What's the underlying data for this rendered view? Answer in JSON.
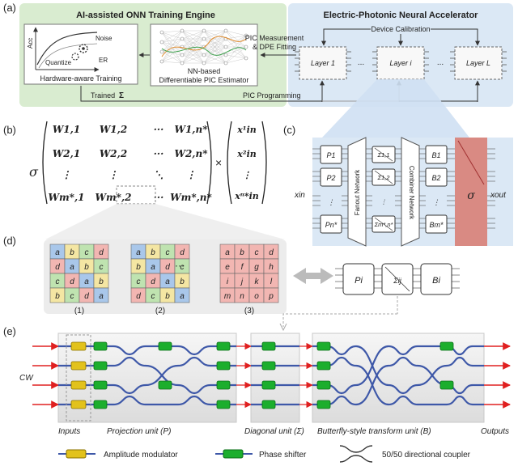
{
  "panel_labels": {
    "a": "(a)",
    "b": "(b)",
    "c": "(c)",
    "d": "(d)",
    "e": "(e)"
  },
  "engine": {
    "title": "AI-assisted ONN Training Engine",
    "acc": "Acc",
    "noise": "Noise",
    "quantize": "Quantize",
    "er": "ER",
    "hw_training": "Hardware-aware Training",
    "estimator_line1": "NN-based",
    "estimator_line2": "Differentiable PIC Estimator"
  },
  "accelerator": {
    "title": "Electric-Photonic Neural Accelerator",
    "device_calibration": "Device Calibration",
    "layer1": "Layer 1",
    "layeri": "Layer i",
    "layerL": "Layer L",
    "dots": "..."
  },
  "arrows": {
    "pic_measure_1": "PIC Measurement",
    "pic_measure_2": "& DPE Fitting",
    "trained": "Trained",
    "sigma_symbol": "Σ",
    "pic_programming": "PIC Programming"
  },
  "matrix": {
    "sigma": "σ",
    "times": "×",
    "rows": [
      [
        "W1,1",
        "W1,2",
        "···",
        "W1,n*"
      ],
      [
        "W2,1",
        "W2,2",
        "···",
        "W2,n*"
      ],
      [
        "⋮",
        "⋮",
        "⋱",
        "⋮"
      ],
      [
        "Wm*,1",
        "Wm*,2",
        "···",
        "Wm*,n*"
      ]
    ],
    "vector": [
      "x¹in",
      "x²in",
      "⋮",
      "xⁿ*in"
    ]
  },
  "tensor_core": {
    "xin": "xin",
    "xout": "xout",
    "p_blocks": [
      "P1",
      "P2",
      "⋮",
      "Pn*"
    ],
    "sigma_blocks": [
      "Σ1,1",
      "Σ1,2",
      "⋮",
      "Σm*,n*"
    ],
    "b_blocks": [
      "B1",
      "B2",
      "⋮",
      "Bm*"
    ],
    "fanout": "Fanout Network",
    "combiner": "Combiner Network",
    "sigma": "σ"
  },
  "grids": {
    "g1": [
      [
        "a",
        "b",
        "c",
        "d"
      ],
      [
        "d",
        "a",
        "b",
        "c"
      ],
      [
        "c",
        "d",
        "a",
        "b"
      ],
      [
        "b",
        "c",
        "d",
        "a"
      ]
    ],
    "g2": [
      [
        "a",
        "b",
        "c",
        "d"
      ],
      [
        "b",
        "a",
        "d",
        "c"
      ],
      [
        "c",
        "d",
        "a",
        "b"
      ],
      [
        "d",
        "c",
        "b",
        "a"
      ]
    ],
    "g3": [
      [
        "a",
        "b",
        "c",
        "d"
      ],
      [
        "e",
        "f",
        "g",
        "h"
      ],
      [
        "i",
        "j",
        "k",
        "l"
      ],
      [
        "m",
        "n",
        "o",
        "p"
      ]
    ],
    "labels": [
      "(1)",
      "(2)",
      "(3)"
    ],
    "dots": "···"
  },
  "unit": {
    "p": "Pi",
    "sigma": "Σij",
    "b": "Bi"
  },
  "chip": {
    "cw": "CW",
    "inputs": "Inputs",
    "projection": "Projection unit (P)",
    "diagonal": "Diagonal unit (Σ)",
    "butterfly": "Butterfly-style transform unit (B)",
    "outputs": "Outputs"
  },
  "legend": {
    "amplitude": "Amplitude modulator",
    "phase": "Phase shifter",
    "coupler": "50/50 directional coupler"
  },
  "colors": {
    "engine_bg": "#d9ecd0",
    "accel_bg": "#dbe8f5",
    "sigma_red": "#d98a83",
    "cell_blue": "#a9c7ea",
    "cell_yellow": "#f4e6a3",
    "cell_green": "#bfe3b0",
    "cell_red": "#f2b6b2",
    "waveguide": "#3e58a8",
    "amp_mod": "#e2c21c",
    "phase_shifter": "#1cae2d"
  }
}
